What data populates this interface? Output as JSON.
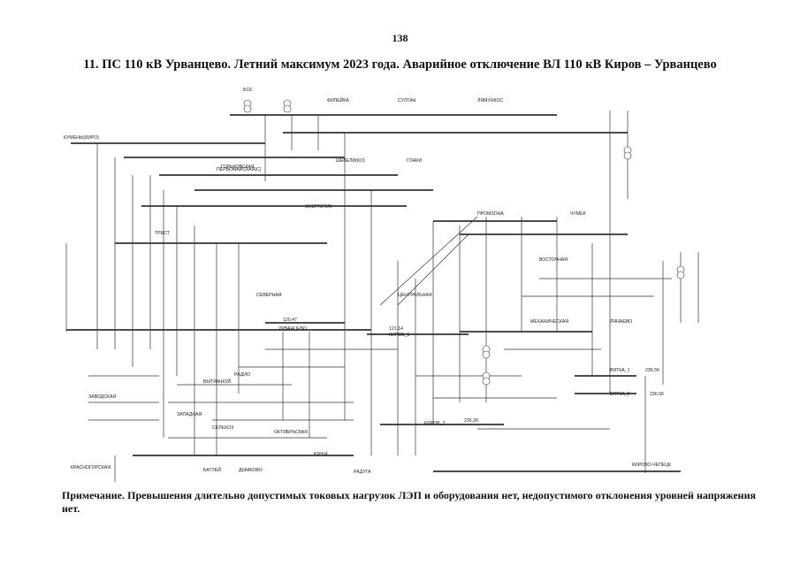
{
  "page_number": "138",
  "title": "11. ПС 110 кВ Урванцево. Летний максимум 2023 года. Аварийное отключение ВЛ 110 кВ Киров – Урванцево",
  "note": "Примечание. Превышения длительно допустимых токовых нагрузок ЛЭП и оборудования нет, недопустимого отклонения уровней напряжения нет.",
  "substations": [
    "БСК",
    "КУМЕНЫ(КИРО)",
    "ПЕРВОМАЙСКАЯ(С)",
    "ШЕВЕЛИ(КО)",
    "ГОНКИ",
    "ЗАПАДНАЯ",
    "ЗАВОДСКАЯ",
    "СЕВЕРНАЯ",
    "ЦЕНТРАЛЬНАЯ",
    "КИРОВ_1",
    "КИРОВ_2",
    "ЧУМЕК",
    "ВОСТОЧНАЯ",
    "ГОРЬКОВСКАЯ",
    "ФИЛЕЙКА",
    "СУЛТАН",
    "ЛЯМУНКОС",
    "СЕЛЬХОЗ",
    "БАТУЕЙ",
    "КИРОВО-ЧЕПЕЦК",
    "ДЫМКОВО",
    "ЮРЬЯ",
    "ОКТЯБРЬСКАЯ",
    "ЛЯНАЕВО",
    "МЕХАНИЧЕСКАЯ",
    "КРАСНОГОРСКАЯ",
    "УРВАНЦЕВО",
    "РАДИО",
    "ЭНЕРГЕТИК",
    "ПРОМЗОНА",
    "ВЯТКА_1",
    "ВЯТКА_2",
    "ТРЕСТ",
    "ВЫТЯЖНОЙ",
    "РАДУГА"
  ],
  "busbars": [
    {
      "name": "УРВАНЦЕВО",
      "voltage": "120.47"
    },
    {
      "name": "КИРОВ_1",
      "voltage": "121.14"
    },
    {
      "name": "КИРОВ_2",
      "voltage": "235.28"
    },
    {
      "name": "ВЯТКА_1",
      "voltage": "236.56"
    },
    {
      "name": "ВЯТКА_2",
      "voltage": "236.56"
    }
  ]
}
